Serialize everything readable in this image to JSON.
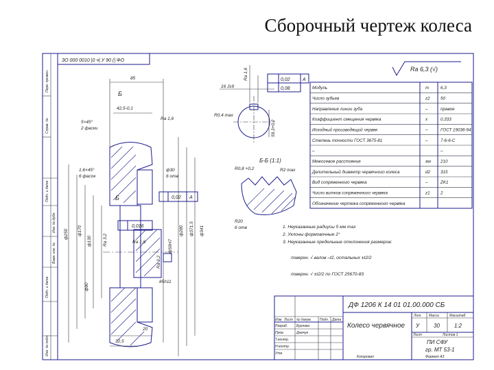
{
  "title": "Сборочный чертеж колеса",
  "drawing": {
    "stamp_code": "ЗО 000 0010 |0 ч| У 90 (| ФО",
    "roughness_general": "Ra 6,3 (√)",
    "dims": {
      "d85": "85",
      "sec_b": "Б",
      "d42": "42,5-0,1",
      "chamfer1": "5×45°",
      "chamfer1b": "2 фаски",
      "ra16a": "Ra 1,6",
      "chamfer2": "1,6×45°",
      "chamfer2b": "6 фасок",
      "d30": "ф30",
      "d30b": "6 отв",
      "box1": "0,02",
      "box1b": "А",
      "box2": "0,016",
      "d250": "ф250",
      "d170": "ф170",
      "d130": "ф130",
      "d90": "ф90",
      "ra32": "Ra 3,2",
      "ra16b": "Ra 1,6",
      "d59": "ф59Н7",
      "d280": "ф280",
      "d3715": "ф371,5",
      "d341": "ф341",
      "ra32b": "Ra 3,2",
      "d85h": "85h11",
      "d20": "20",
      "d325": "32,5",
      "hub_ra": "Ra 1,6",
      "key_w": "16 Js9",
      "r04": "R0,4 max",
      "key_h": "59,3+0,2",
      "tol1": "0,02",
      "tol2": "0,08",
      "tol_a": "А",
      "section_bb": "Б-Б (1:1)",
      "r08": "R0,8 +0,2",
      "r2": "R2 max",
      "r20": "R20",
      "r20b": "6 отв"
    },
    "table": [
      [
        "Модуль",
        "m",
        "6,3"
      ],
      [
        "Число зубьев",
        "z2",
        "50"
      ],
      [
        "Направление линии зуба",
        "–",
        "правое"
      ],
      [
        "Коэффициент смещения червяка",
        "x",
        "0,333"
      ],
      [
        "Исходный производящий червяк",
        "–",
        "ГОСТ 19036-94"
      ],
      [
        "Степень точности ГОСТ 3675-81",
        "–",
        "7-6-6-С"
      ],
      [
        "–",
        "",
        "–"
      ],
      [
        "Межосевое расстояние",
        "aw",
        "210"
      ],
      [
        "Делительный диаметр червячного колеса",
        "d2",
        "315"
      ],
      [
        "Вид сопряженного червяка",
        "–",
        "ZK1"
      ],
      [
        "Число витков сопряженного червяка",
        "z1",
        "2"
      ],
      [
        "Обозначение чертежа сопряженного червяка",
        "",
        ""
      ]
    ],
    "notes": [
      "1. Неуказанные радиусы 5 мм max",
      "2. Уклоны формовочные 2°",
      "3. Неуказанные предельные отклонения размеров:",
      "поверхн. √ валов –t2, остальных ±t2/2",
      "поверхн. √ ±t2/2 по ГОСТ 25670-83"
    ],
    "title_block": {
      "doc_code": "ДФ 1206 К 14 01 01.00.000 СБ",
      "name": "Колесо червячное",
      "lit_header": "Лит.",
      "mass_header": "Масса",
      "scale_header": "Масштаб",
      "lit": "У",
      "mass": "30",
      "scale": "1:2",
      "sheet": "Лист",
      "sheets": "Листов 1",
      "org1": "ПИ СФУ",
      "org2": "гр. МТ 53-1",
      "rows": [
        "Изм.",
        "Лист",
        "№ докум.",
        "Подп.",
        "Дата"
      ],
      "roles": [
        "Разраб.",
        "Пров.",
        "Т.контр.",
        "Н.контр.",
        "Утв."
      ],
      "names": [
        "Бурлака",
        "Демчук"
      ],
      "copied": "Копировал",
      "format": "Формат А3"
    },
    "side_strip": [
      "Перв. примен.",
      "Справ. №",
      "Подп. и дата",
      "Инв. № дубл.",
      "Взам. инв. №",
      "Подп. и дата",
      "Инв. № подл."
    ]
  }
}
